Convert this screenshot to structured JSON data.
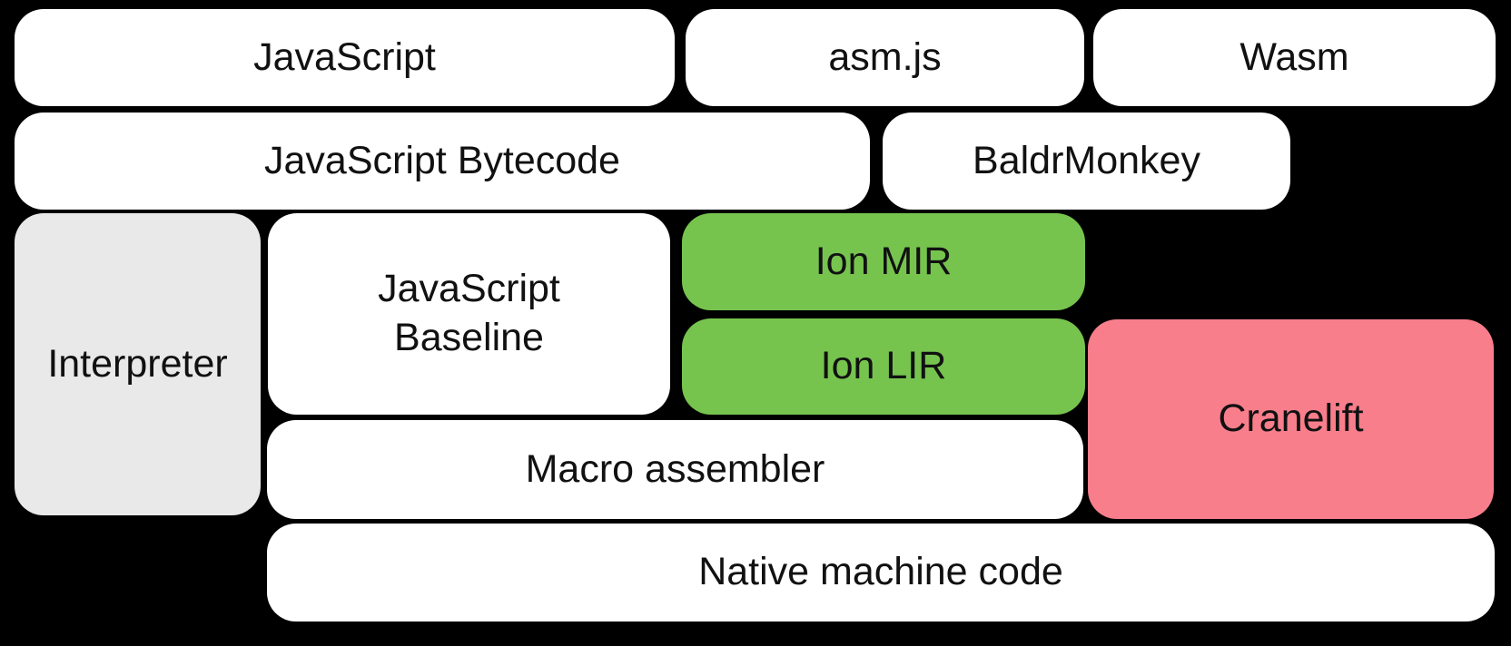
{
  "diagram": {
    "background_color": "#000000",
    "text_color": "#111111",
    "box_fill_default": "#ffffff",
    "boxes": {
      "javascript": {
        "label": "JavaScript",
        "fill": "#ffffff"
      },
      "asmjs": {
        "label": "asm.js",
        "fill": "#ffffff"
      },
      "wasm": {
        "label": "Wasm",
        "fill": "#ffffff"
      },
      "javascript_bytecode": {
        "label": "JavaScript Bytecode",
        "fill": "#ffffff"
      },
      "baldrmonkey": {
        "label": "BaldrMonkey",
        "fill": "#ffffff"
      },
      "interpreter": {
        "label": "Interpreter",
        "fill": "#e9e9e9"
      },
      "javascript_baseline": {
        "line1": "JavaScript",
        "line2": "Baseline",
        "fill": "#ffffff"
      },
      "ion_mir": {
        "label": "Ion MIR",
        "fill": "#76c44e"
      },
      "ion_lir": {
        "label": "Ion LIR",
        "fill": "#76c44e"
      },
      "cranelift": {
        "label": "Cranelift",
        "fill": "#f87e8c"
      },
      "macro_assembler": {
        "label": "Macro assembler",
        "fill": "#ffffff"
      },
      "native_machine_code": {
        "label": "Native machine code",
        "fill": "#ffffff"
      }
    }
  }
}
